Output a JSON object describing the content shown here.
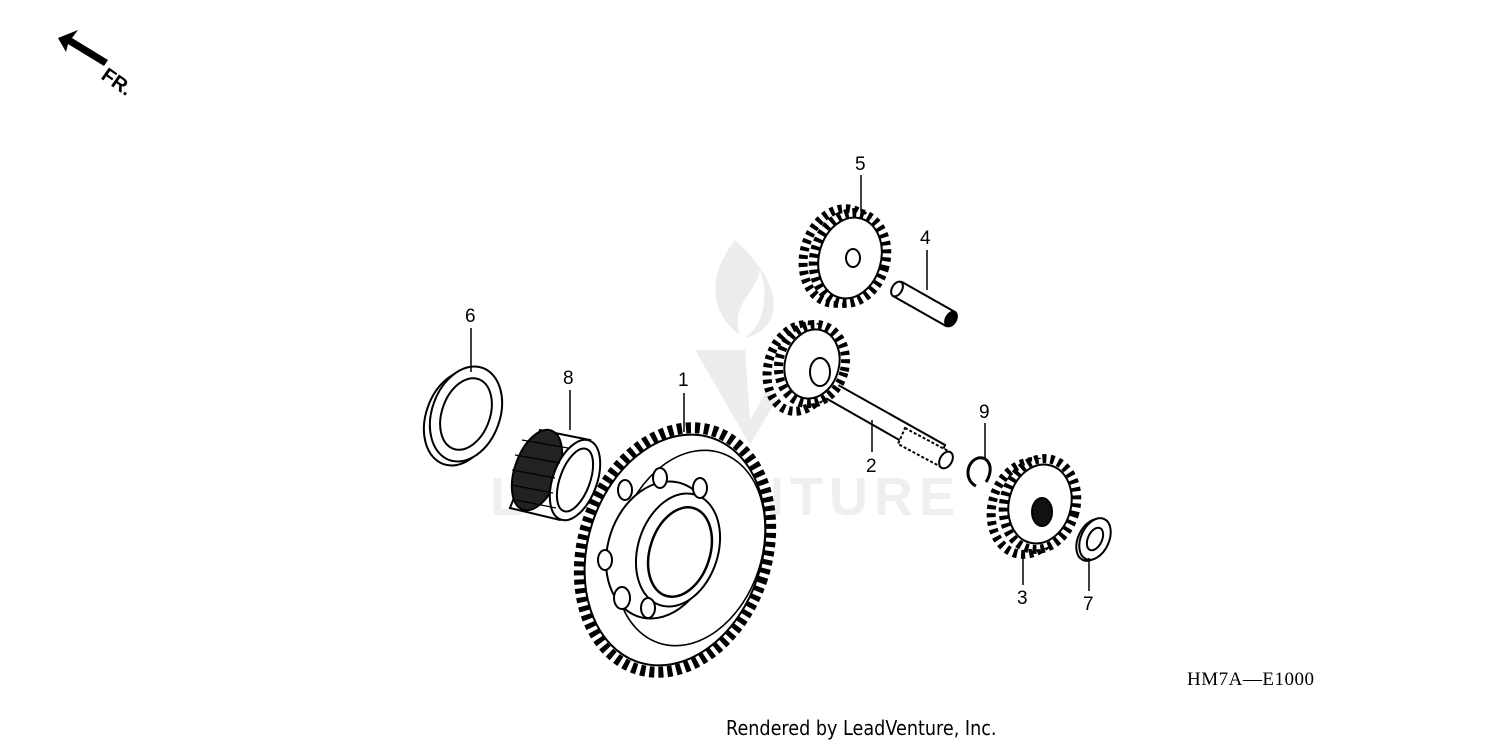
{
  "diagram": {
    "orientation_label": "FR.",
    "drawing_code": "HM7A—E1000",
    "credit": "Rendered by LeadVenture, Inc.",
    "watermark": "LEADVENTURE",
    "callouts": [
      {
        "id": "1",
        "label": "1"
      },
      {
        "id": "2",
        "label": "2"
      },
      {
        "id": "3",
        "label": "3"
      },
      {
        "id": "4",
        "label": "4"
      },
      {
        "id": "5",
        "label": "5"
      },
      {
        "id": "6",
        "label": "6"
      },
      {
        "id": "7",
        "label": "7"
      },
      {
        "id": "8",
        "label": "8"
      },
      {
        "id": "9",
        "label": "9"
      }
    ]
  }
}
